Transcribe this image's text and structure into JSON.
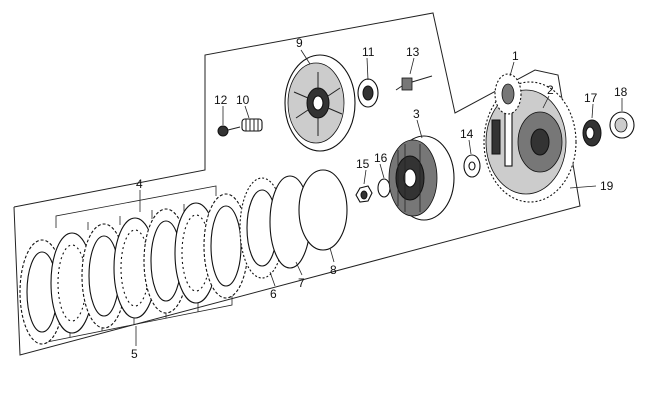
{
  "diagram": {
    "callouts": [
      {
        "id": "c1",
        "label": "1"
      },
      {
        "id": "c2",
        "label": "2"
      },
      {
        "id": "c3",
        "label": "3"
      },
      {
        "id": "c4",
        "label": "4"
      },
      {
        "id": "c5",
        "label": "5"
      },
      {
        "id": "c6",
        "label": "6"
      },
      {
        "id": "c7",
        "label": "7"
      },
      {
        "id": "c8",
        "label": "8"
      },
      {
        "id": "c9",
        "label": "9"
      },
      {
        "id": "c10",
        "label": "10"
      },
      {
        "id": "c11",
        "label": "11"
      },
      {
        "id": "c12",
        "label": "12"
      },
      {
        "id": "c13",
        "label": "13"
      },
      {
        "id": "c14",
        "label": "14"
      },
      {
        "id": "c15",
        "label": "15"
      },
      {
        "id": "c16",
        "label": "16"
      },
      {
        "id": "c17",
        "label": "17"
      },
      {
        "id": "c18",
        "label": "18"
      },
      {
        "id": "c19",
        "label": "19"
      }
    ]
  }
}
